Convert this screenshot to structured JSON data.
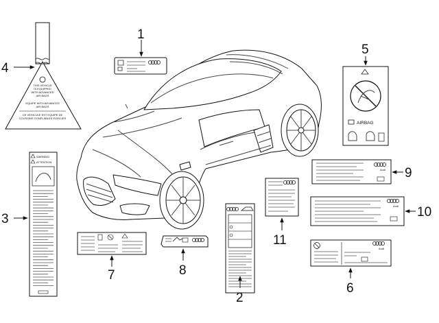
{
  "callouts": {
    "c1": "1",
    "c2": "2",
    "c3": "3",
    "c4": "4",
    "c5": "5",
    "c6": "6",
    "c7": "7",
    "c8": "8",
    "c9": "9",
    "c10": "10",
    "c11": "11"
  },
  "labels": {
    "label5_airbag": "AIRBAG",
    "label3_warning": "WARNING",
    "label3_attention": "ATTENTION",
    "label4_lines": [
      "THIS VEHICLE",
      "IS EQUIPPED",
      "WITH ADVANCED",
      "AIR BAGS",
      "EQUIPE WITH ADVANCED",
      "AIR BAGS",
      "CE VEHICULE EST EQUIPE DE",
      "COUSSINS GONFLABLES EVOLUES"
    ],
    "brand": "Audi"
  }
}
